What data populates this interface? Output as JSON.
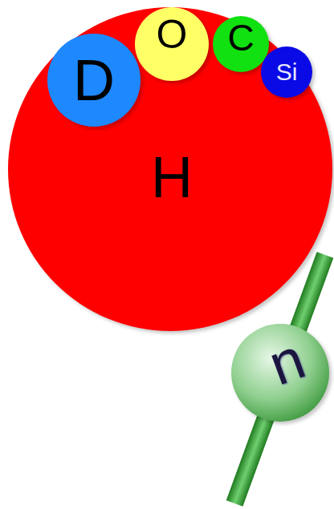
{
  "diagram": {
    "nodes": [
      {
        "text": [
          "H"
        ]
      },
      {
        "text": [
          "D"
        ],
        "in": 0
      },
      {
        "text": [
          "O"
        ],
        "in": 0
      },
      {
        "text": [
          "C"
        ],
        "in": 0
      },
      {
        "text": [
          "Si"
        ],
        "in": 0
      },
      {
        "text": [
          "n"
        ]
      }
    ]
  }
}
